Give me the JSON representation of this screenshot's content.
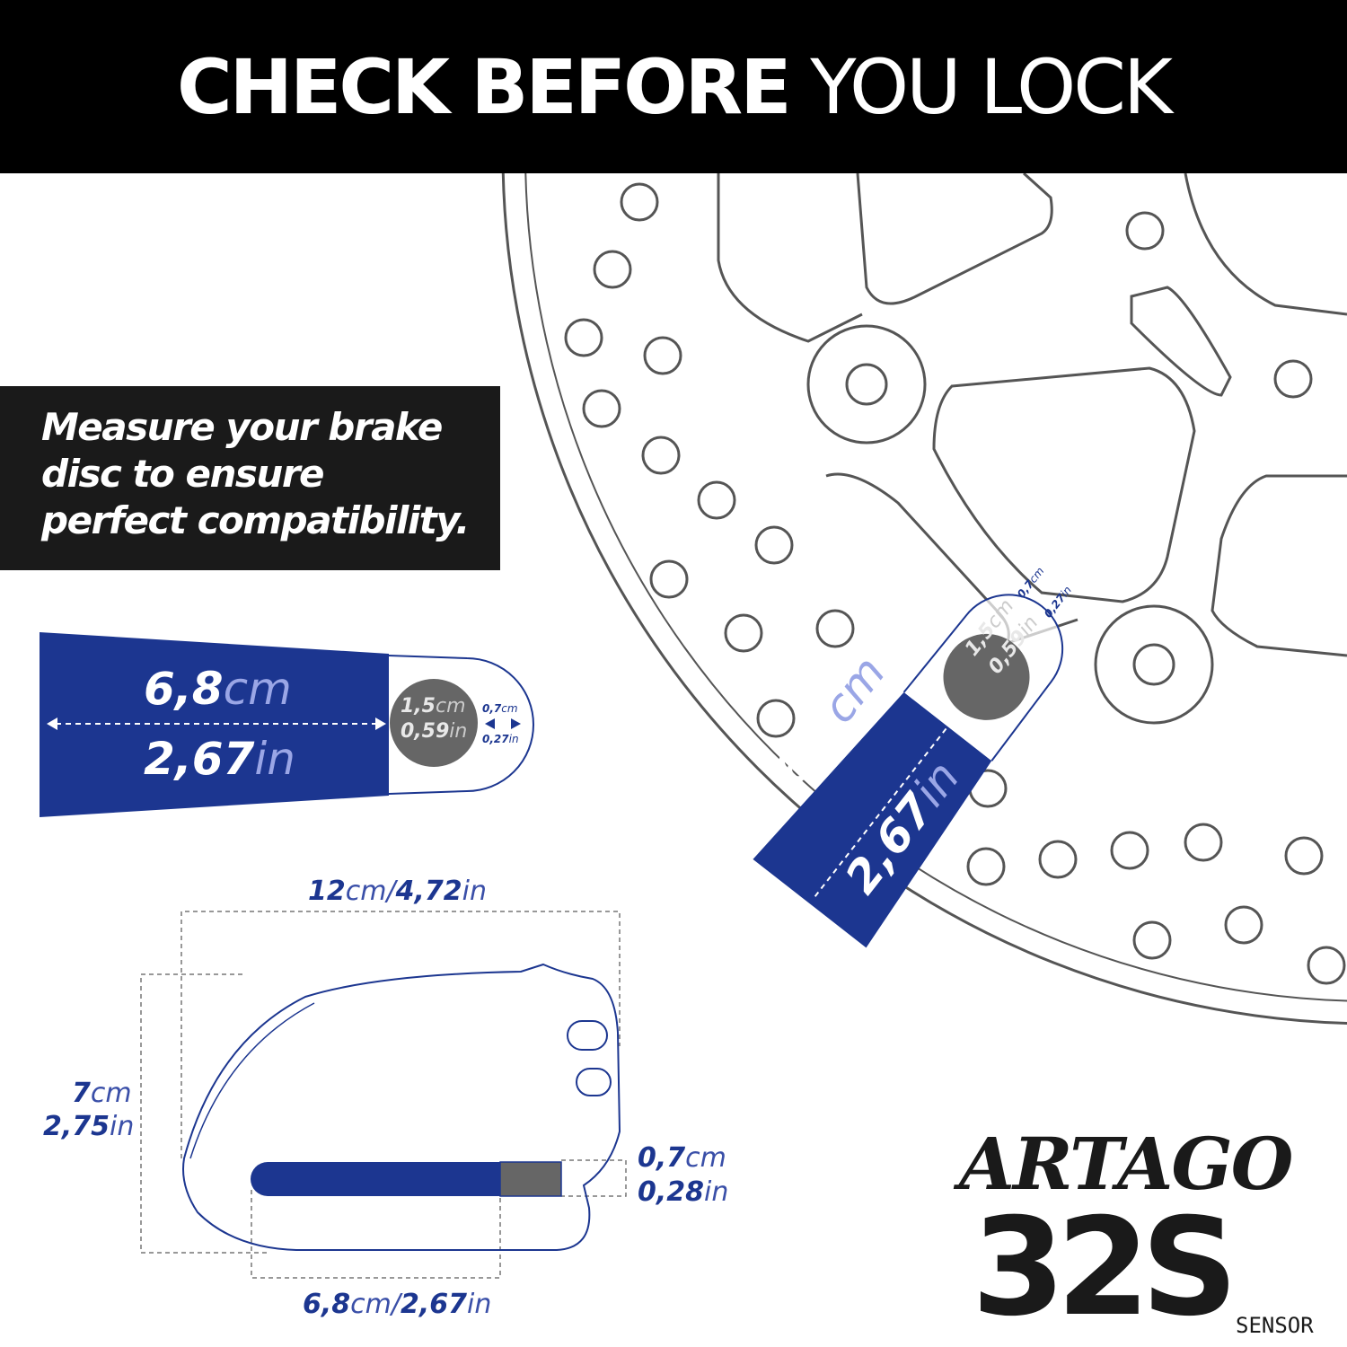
{
  "banner": {
    "title_bold": "CHECK BEFORE",
    "title_light": "YOU LOCK"
  },
  "measure_note": {
    "line1": "Measure your brake",
    "line2": "disc to ensure",
    "line3": "perfect compatibility."
  },
  "footprint": {
    "length_cm": "6,8",
    "length_cm_unit": "cm",
    "length_in": "2,67",
    "length_in_unit": "in",
    "pin_cm": "1,5",
    "pin_cm_unit": "cm",
    "pin_in": "0,59",
    "pin_in_unit": "in",
    "gap_cm": "0,7",
    "gap_cm_unit": "cm",
    "gap_in": "0,27",
    "gap_in_unit": "in"
  },
  "lock_dimensions": {
    "width": {
      "cm": "12",
      "cm_unit": "cm/",
      "in": "4,72",
      "in_unit": "in"
    },
    "height": {
      "cm": "7",
      "cm_unit": "cm",
      "in": "2,75",
      "in_unit": "in"
    },
    "slot": {
      "cm": "0,7",
      "cm_unit": "cm",
      "in": "0,28",
      "in_unit": "in"
    },
    "depth": {
      "cm": "6,8",
      "cm_unit": "cm/",
      "in": "2,67",
      "in_unit": "in"
    }
  },
  "logo": {
    "brand": "ARTAGO",
    "model": "32S",
    "sub": "SENSOR"
  },
  "colors": {
    "blue": "#1c3690",
    "grey": "#666666",
    "black": "#000000"
  }
}
